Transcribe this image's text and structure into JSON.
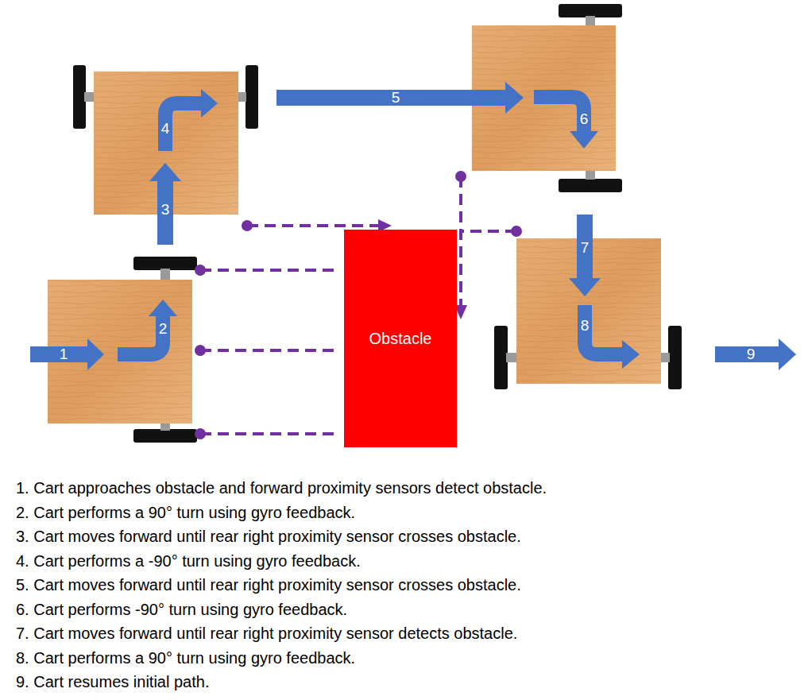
{
  "diagram": {
    "nodes": [
      {
        "text": [
          "Obstacle"
        ]
      }
    ],
    "labels": [
      "1",
      "2",
      "3",
      "4",
      "5",
      "6",
      "7",
      "8",
      "9",
      "1. Cart approaches obstacle and forward proximity sensors detect obstacle.",
      "2. Cart performs a 90° turn using gyro feedback.",
      "3. Cart moves forward until rear right proximity sensor crosses obstacle.",
      "4. Cart performs a -90° turn using gyro feedback.",
      "5. Cart moves forward until rear right proximity sensor crosses obstacle.",
      "6. Cart performs -90° turn using gyro feedback.",
      "7. Cart moves forward until rear right proximity sensor detects obstacle.",
      "8. Cart performs a 90° turn using gyro feedback.",
      "9. Cart resumes initial path."
    ]
  }
}
